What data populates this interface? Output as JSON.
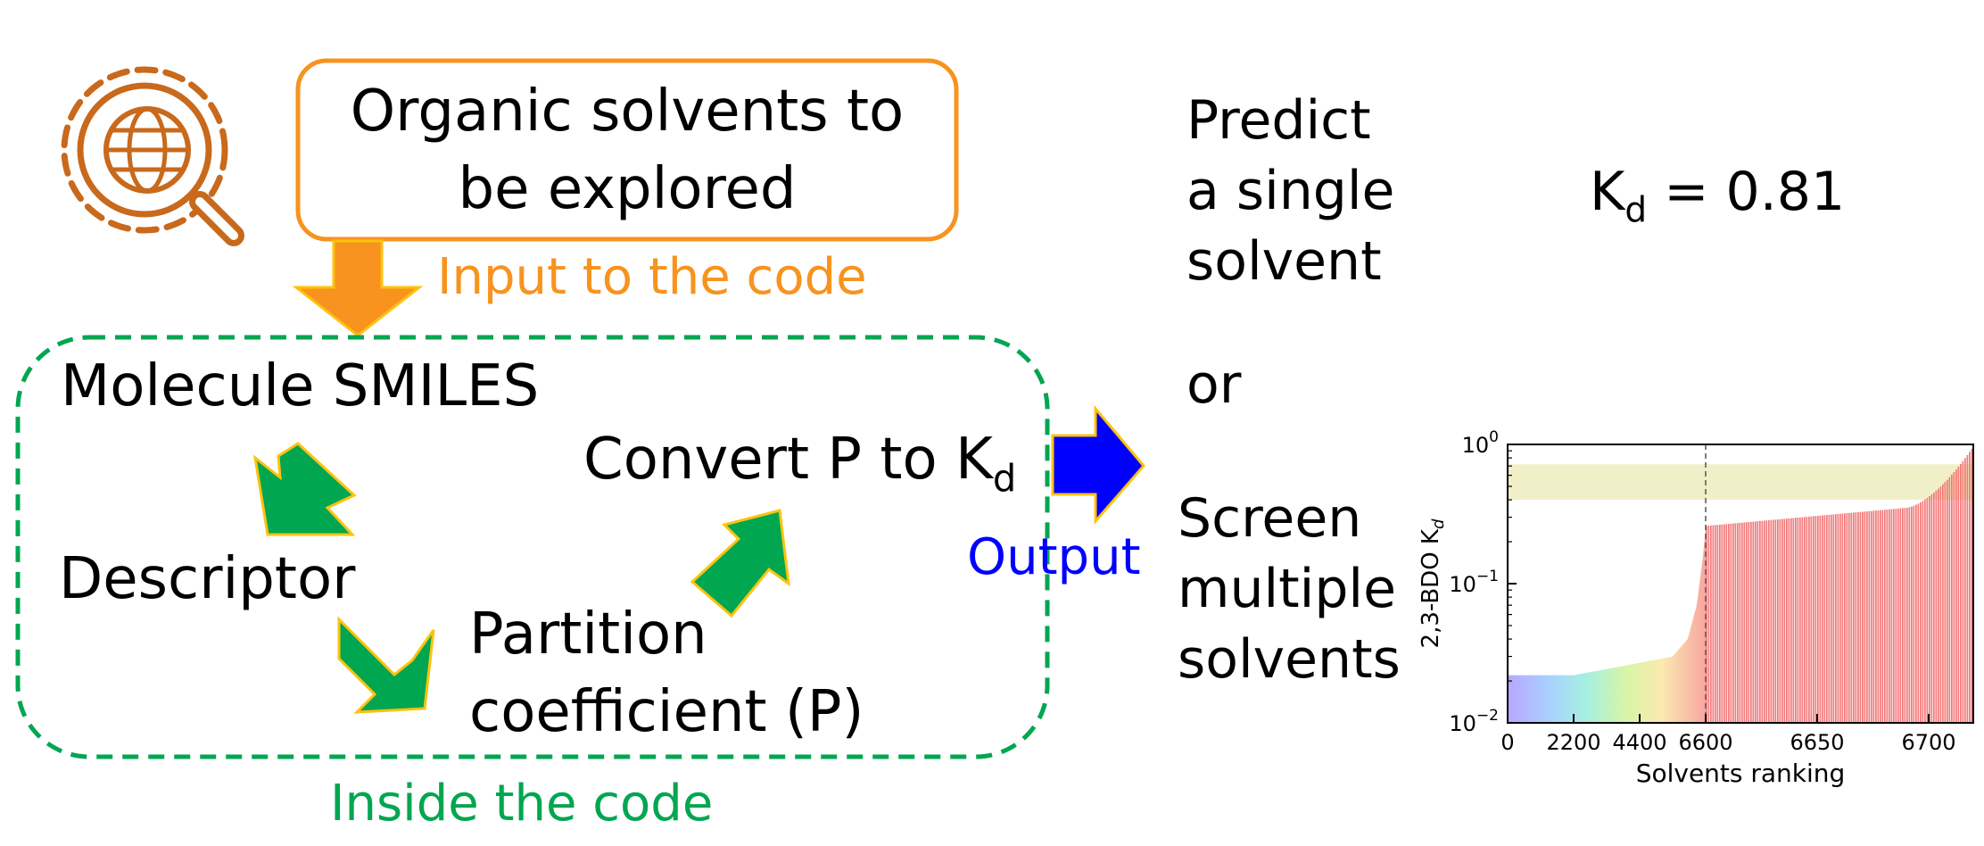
{
  "input_box": {
    "line1": "Organic solvents to",
    "line2": "be explored"
  },
  "input_label": "Input to the code",
  "inside": {
    "step1": "Molecule SMILES",
    "step2": "Descriptor",
    "step3_line1": "Partition",
    "step3_line2": "coefficient (P)",
    "step4": "Convert P to K",
    "step4_sub": "d",
    "label": "Inside the code"
  },
  "output_label": "Output",
  "single": {
    "line1": "Predict",
    "line2": "a single",
    "line3": "solvent"
  },
  "result": {
    "sym": "K",
    "sub": "d",
    "rest": " = 0.81"
  },
  "or_text": "or",
  "multiple": {
    "line1": "Screen",
    "line2": "multiple",
    "line3": "solvents"
  },
  "colors": {
    "orange": "#f7931e",
    "green": "#00a650",
    "blue": "#0000ff",
    "gold": "#ffc20e",
    "icon": "#c8691c",
    "bar": "#f26b6b"
  },
  "chart_data": {
    "type": "bar",
    "ylabel": "2,3-BDO K",
    "ylabel_sub": "d",
    "xlabel": "Solvents ranking",
    "yscale": "log",
    "ylim": [
      0.01,
      1.0
    ],
    "y_ticks": [
      {
        "base": "10",
        "exp": "0",
        "value": 1.0
      },
      {
        "base": "10",
        "exp": "−1",
        "value": 0.1
      },
      {
        "base": "10",
        "exp": "−2",
        "value": 0.01
      }
    ],
    "x_ticks": [
      "0",
      "2200",
      "4400",
      "6600",
      "6650",
      "6700"
    ],
    "x_break_rank": 6600,
    "x_max_rank": 6720,
    "compressed_curve": [
      {
        "rank": 0,
        "kd": 0.022
      },
      {
        "rank": 2200,
        "kd": 0.022
      },
      {
        "rank": 4400,
        "kd": 0.027
      },
      {
        "rank": 5500,
        "kd": 0.03
      },
      {
        "rank": 6000,
        "kd": 0.04
      },
      {
        "rank": 6300,
        "kd": 0.07
      },
      {
        "rank": 6500,
        "kd": 0.15
      },
      {
        "rank": 6600,
        "kd": 0.25
      }
    ],
    "bars_kd_start": 0.26,
    "bars_kd_mid": 0.35,
    "bars_kd_end": 0.93,
    "highlight_band_kd": [
      0.4,
      0.72
    ],
    "dashed_line_rank": 6600
  }
}
